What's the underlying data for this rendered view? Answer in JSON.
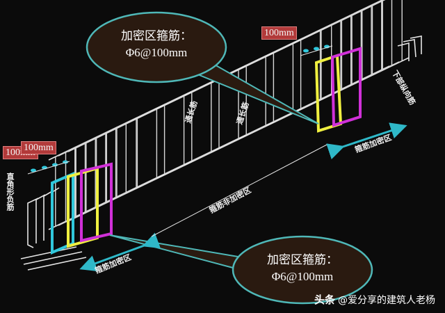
{
  "callout_top": {
    "line1": "加密区箍筋：",
    "line2": "Φ6@100mm"
  },
  "callout_bottom": {
    "line1": "加密区箍筋：",
    "line2": "Φ6@100mm"
  },
  "dim_tags": {
    "left_lower": "100mm",
    "left_upper": "100mm",
    "right": "100mm"
  },
  "labels": {
    "through_bar_1": "通长筋",
    "through_bar_2": "通长筋",
    "non_dense_zone": "箍筋非加密区",
    "dense_zone_left": "箍筋加密区",
    "dense_zone_right": "箍筋加密区",
    "bottom_long_bar": "下部纵向筋",
    "right_angle_bar": "直角形负筋"
  },
  "watermark": {
    "brand": "头条",
    "text": "@爱分享的建筑人老杨"
  },
  "colors": {
    "background": "#0b0b0b",
    "rebar": "#e6e6e6",
    "stirrup_yellow": "#f0f040",
    "stirrup_magenta": "#d030d8",
    "stirrup_cyan": "#30c8dc",
    "callout_fill": "#2a1a10",
    "callout_border": "#4fb8b8",
    "arrow": "#2fb8c8",
    "dim_tag": "#b23a3a"
  }
}
